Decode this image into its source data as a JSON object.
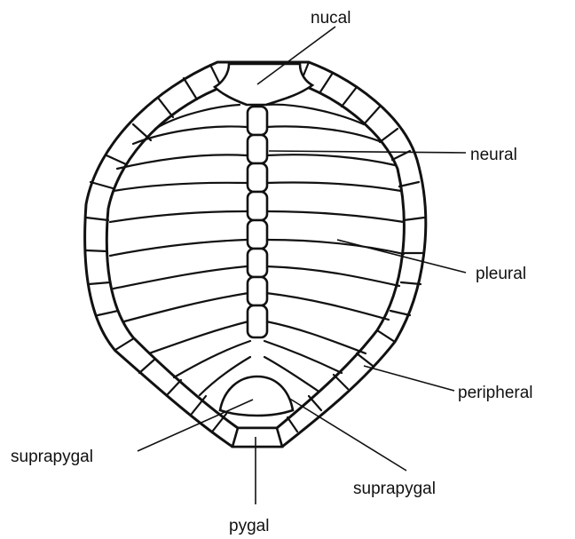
{
  "labels": {
    "nucal": "nucal",
    "neural": "neural",
    "pleural": "pleural",
    "peripheral": "peripheral",
    "suprapygal_left": "suprapygal",
    "suprapygal_right": "suprapygal",
    "pygal": "pygal"
  }
}
